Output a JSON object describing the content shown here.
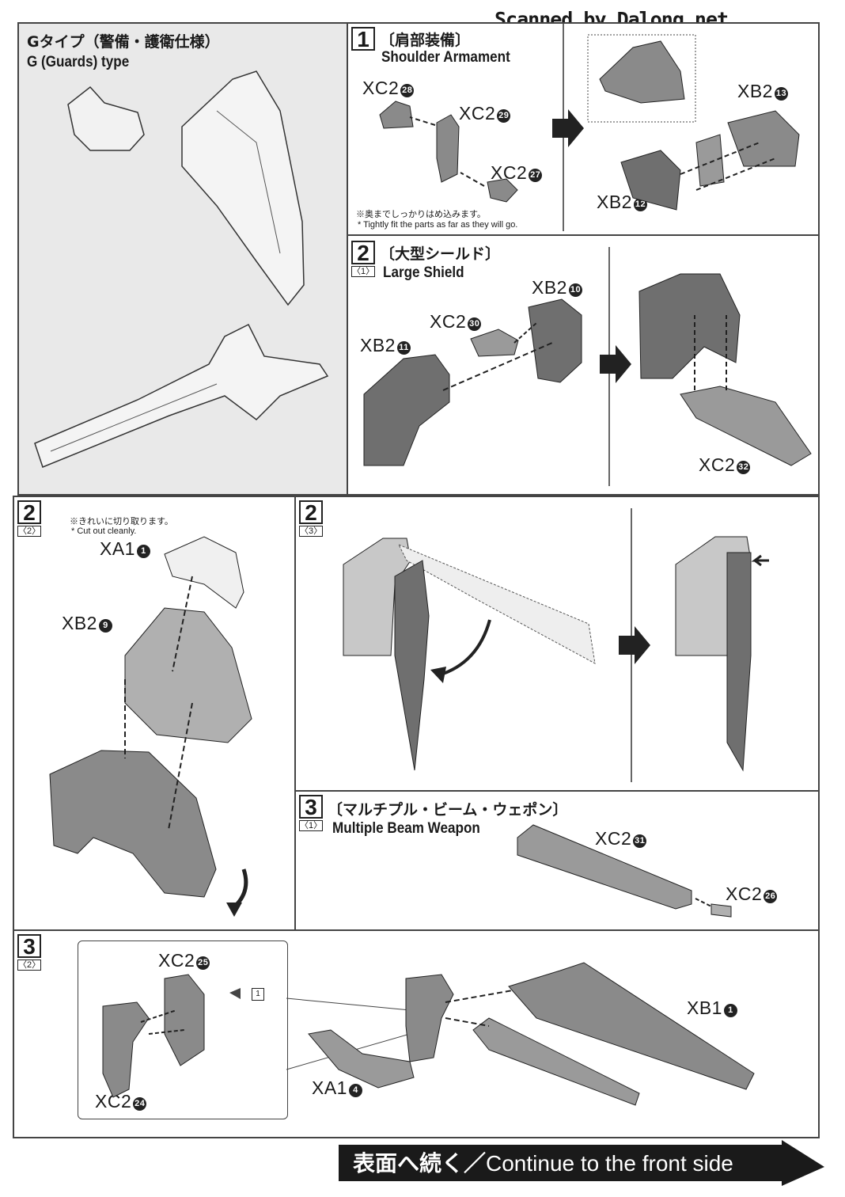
{
  "watermark": "Scanned by Dalong.net",
  "g_type": {
    "title_jp": "Gタイプ（警備・護衛仕様）",
    "title_en": "G (Guards) type"
  },
  "step1": {
    "number": "1",
    "title_jp": "〔肩部装備〕",
    "title_en": "Shoulder Armament",
    "labels": [
      {
        "part": "XC2",
        "num": "28"
      },
      {
        "part": "XC2",
        "num": "29"
      },
      {
        "part": "XC2",
        "num": "27"
      },
      {
        "part": "XB2",
        "num": "13"
      },
      {
        "part": "XB2",
        "num": "12"
      }
    ],
    "note_jp": "※奥までしっかりはめ込みます。",
    "note_en": "* Tightly fit the parts as far as they will go."
  },
  "step2_1": {
    "number": "2",
    "sub": "〈1〉",
    "title_jp": "〔大型シールド〕",
    "title_en": "Large Shield",
    "labels": [
      {
        "part": "XB2",
        "num": "10"
      },
      {
        "part": "XC2",
        "num": "30"
      },
      {
        "part": "XB2",
        "num": "11"
      },
      {
        "part": "XC2",
        "num": "32"
      }
    ]
  },
  "step2_2": {
    "number": "2",
    "sub": "〈2〉",
    "note_jp": "※きれいに切り取ります。",
    "note_en": "* Cut out cleanly.",
    "labels": [
      {
        "part": "XA1",
        "num": "1"
      },
      {
        "part": "XB2",
        "num": "9"
      }
    ]
  },
  "step2_3": {
    "number": "2",
    "sub": "〈3〉"
  },
  "step3_1": {
    "number": "3",
    "sub": "〈1〉",
    "title_jp": "〔マルチプル・ビーム・ウェポン〕",
    "title_en": "Multiple Beam Weapon",
    "labels": [
      {
        "part": "XC2",
        "num": "31"
      },
      {
        "part": "XC2",
        "num": "26"
      }
    ]
  },
  "step3_2": {
    "number": "3",
    "sub": "〈2〉",
    "ref": "1",
    "labels": [
      {
        "part": "XC2",
        "num": "25"
      },
      {
        "part": "XC2",
        "num": "24"
      },
      {
        "part": "XB1",
        "num": "1"
      },
      {
        "part": "XA1",
        "num": "4"
      }
    ]
  },
  "footer": {
    "jp": "表面へ続く／",
    "en": "Continue to the front side"
  },
  "colors": {
    "panel_gray": "#e9e9e9",
    "ink": "#1a1a1a",
    "part_dark": "#6f6f6f",
    "part_light": "#d8d8d8"
  }
}
